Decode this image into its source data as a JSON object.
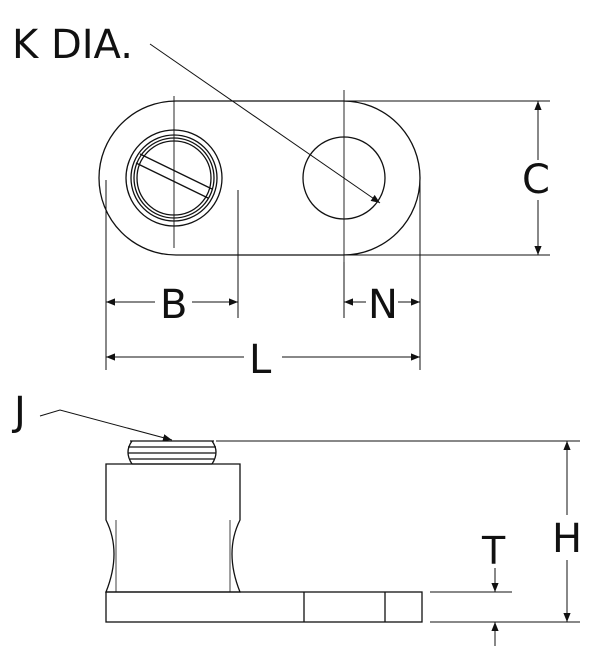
{
  "labels": {
    "k": "K DIA.",
    "c": "C",
    "b": "B",
    "n": "N",
    "l": "L",
    "j": "J",
    "h": "H",
    "t": "T"
  },
  "colors": {
    "line": "#111111",
    "background": "#ffffff"
  }
}
